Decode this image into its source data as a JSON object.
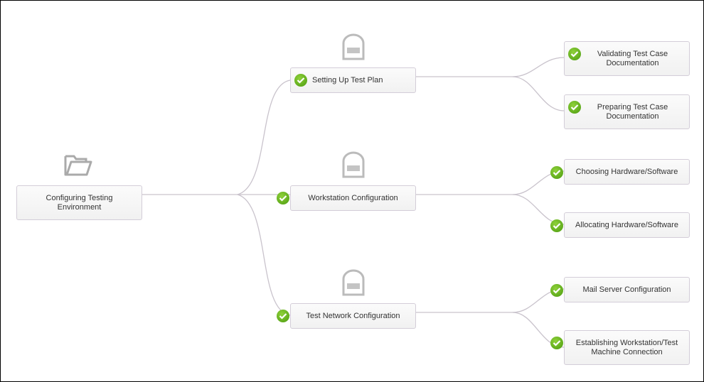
{
  "root": {
    "label_line1": "Configuring Testing",
    "label_line2": "Environment",
    "icon": "folder-icon"
  },
  "branches": [
    {
      "label": "Setting Up Test Plan",
      "status": "completed",
      "icon": "lock-icon",
      "children": [
        {
          "label_line1": "Validating Test Case",
          "label_line2": "Documentation",
          "status": "completed"
        },
        {
          "label_line1": "Preparing Test Case",
          "label_line2": "Documentation",
          "status": "completed"
        }
      ]
    },
    {
      "label": "Workstation Configuration",
      "status": "completed",
      "icon": "lock-icon",
      "children": [
        {
          "label_line1": "Choosing Hardware/Software",
          "label_line2": "",
          "status": "completed"
        },
        {
          "label_line1": "Allocating Hardware/Software",
          "label_line2": "",
          "status": "completed"
        }
      ]
    },
    {
      "label": "Test Network Configuration",
      "status": "completed",
      "icon": "lock-icon",
      "children": [
        {
          "label_line1": "Mail Server Configuration",
          "label_line2": "",
          "status": "completed"
        },
        {
          "label_line1": "Establishing Workstation/Test",
          "label_line2": "Machine Connection",
          "status": "completed"
        }
      ]
    }
  ],
  "colors": {
    "connector": "#c9c3cc",
    "check": "#5aab14",
    "node_border": "#d3cdd8"
  }
}
